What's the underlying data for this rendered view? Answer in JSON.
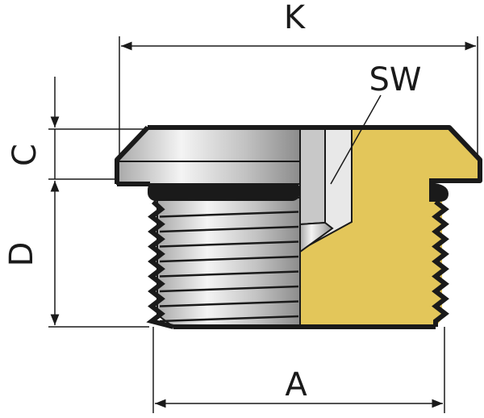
{
  "labels": {
    "K": "K",
    "SW": "SW",
    "C": "C",
    "D": "D",
    "A": "A"
  },
  "colors": {
    "outline": "#1a1a1a",
    "brass": "#e3c65a",
    "steel_light": "#f2f2f2",
    "steel_dark": "#8f8f8f"
  }
}
